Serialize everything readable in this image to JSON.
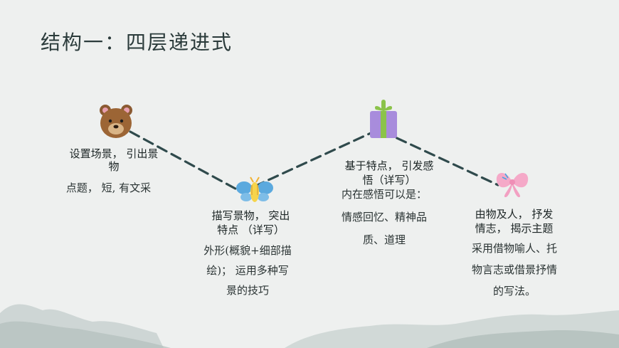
{
  "slide": {
    "title": "结构一：四层递进式"
  },
  "steps": [
    {
      "icon": "bear-icon",
      "label_line1": "设置场景，  引出景",
      "label_line2": "物",
      "desc_line1": "点题，  短, 有文采"
    },
    {
      "icon": "butterfly-icon",
      "label_line1": "描写景物，  突出",
      "label_line2": "特点   （详写）",
      "desc_line1": "外形(概貌+细部描",
      "desc_line2": "绘)；  运用多种写",
      "desc_line3": "景的技巧"
    },
    {
      "icon": "gift-icon",
      "label_line1": "基于特点，  引发感",
      "label_line2": "悟（详写）",
      "desc_line1": "内在感悟可以是：",
      "desc_line2": "情感回忆、精神品",
      "desc_line3": "质、道理"
    },
    {
      "icon": "bow-icon",
      "label_line1": "由物及人，  抒发",
      "label_line2": "情志，  揭示主题",
      "desc_line1": "采用借物喻人、托",
      "desc_line2": "物言志或借景抒情",
      "desc_line3": "的写法。"
    }
  ],
  "colors": {
    "path": "#2f4a4c",
    "mountain": "#c9d3d1",
    "background": "#eef0ef"
  }
}
